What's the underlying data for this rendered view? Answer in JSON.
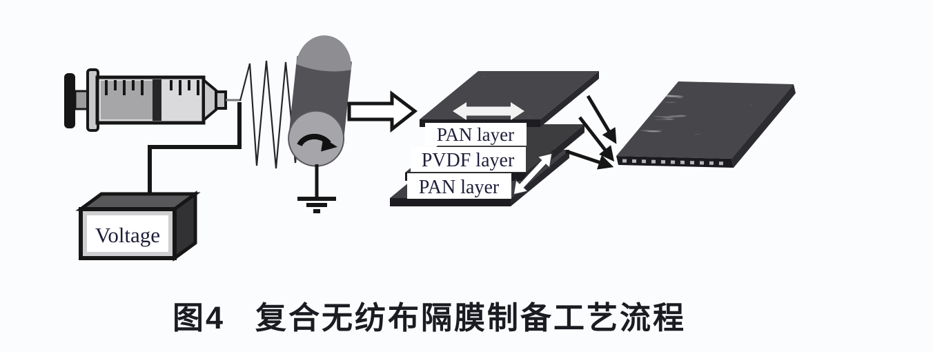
{
  "figure": {
    "caption_label": "图4",
    "caption_text": "复合无纺布隔膜制备工艺流程"
  },
  "diagram": {
    "voltage_source_label": "Voltage",
    "layer_labels": {
      "top": "PAN layer",
      "middle": "PVDF layer",
      "bottom": "PAN layer"
    },
    "colors": {
      "background": "#fbfcfd",
      "outline_black": "#161616",
      "label_text_navy": "#1e1e3a",
      "membrane_dark": "#45454a",
      "drum_body_gray": "#525257",
      "drum_cap_gray": "#8e8e92",
      "white": "#ffffff"
    }
  }
}
